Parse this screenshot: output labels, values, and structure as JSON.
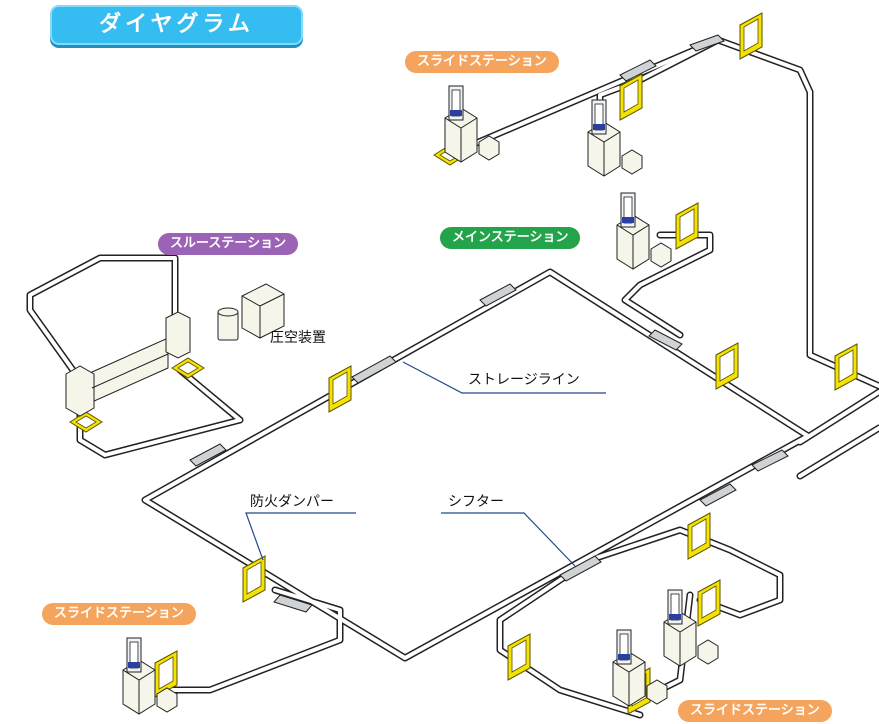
{
  "title": "ダイヤグラム",
  "stations": {
    "slide_top": "スライドステーション",
    "main": "メインステーション",
    "through": "スルーステーション",
    "slide_left": "スライドステーション",
    "slide_bottom": "スライドステーション"
  },
  "labels": {
    "compressor": "圧空装置",
    "storage_line": "ストレージライン",
    "fire_damper": "防火ダンパー",
    "shifter": "シフター"
  },
  "colors": {
    "title_badge": "#35bdf2",
    "slide_station": "#f5a45e",
    "main_station": "#23a34a",
    "through_station": "#9b63b5",
    "damper": "#f4e200",
    "leader_line": "#1f4b8c",
    "track": "#222222"
  }
}
